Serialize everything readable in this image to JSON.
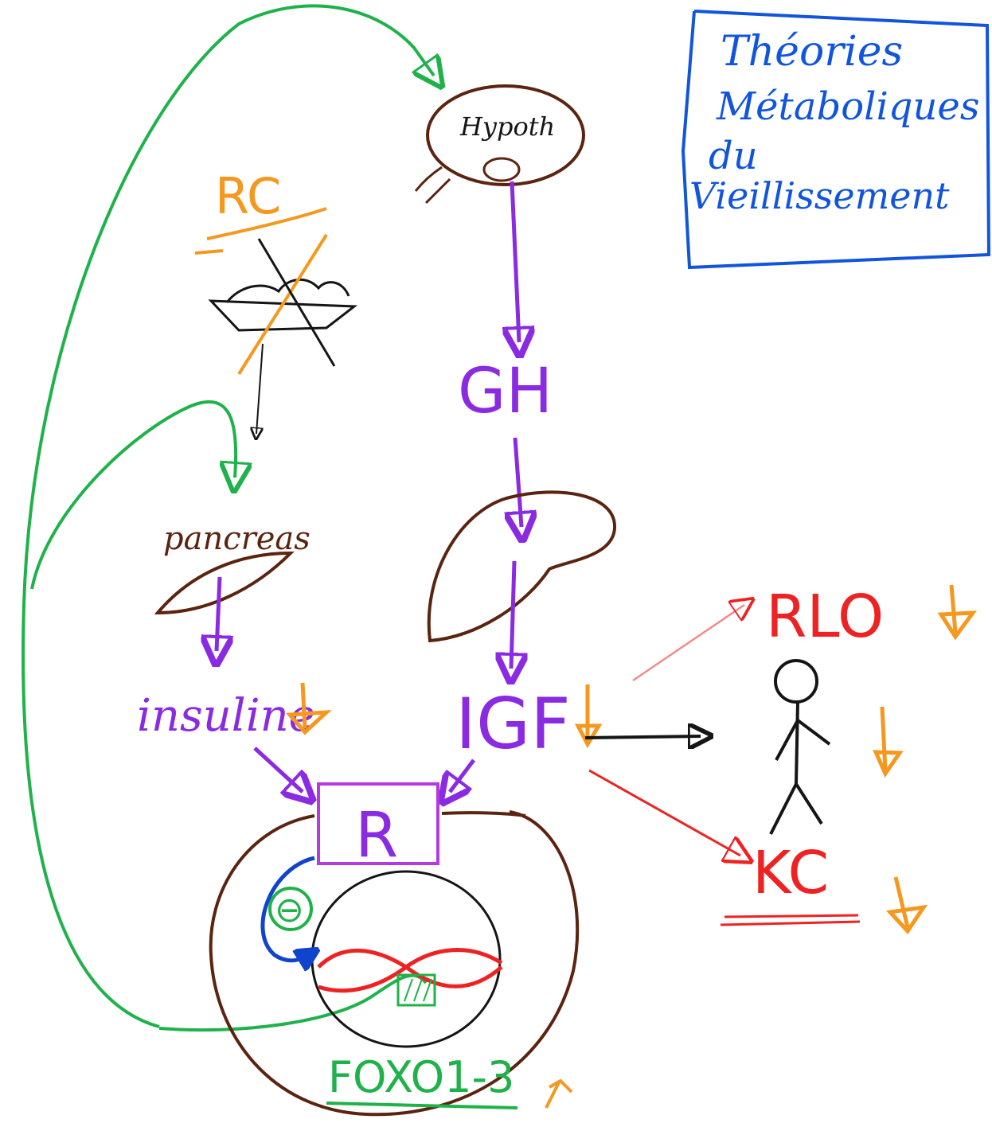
{
  "title": {
    "line1": "Théories",
    "line2": "Métaboliques",
    "line3": "du",
    "line4": "Vieillissement"
  },
  "nodes": {
    "hypothalamus": "Hypoth",
    "caloric_restriction": "RC",
    "gh": "GH",
    "pancreas": "pancreas",
    "insulin": "insuline",
    "igf": "IGF",
    "receptor": "R",
    "foxo": "FOXO1-3",
    "ros": "RLO",
    "cancer": "KC",
    "inhibition": "⊖"
  },
  "colors": {
    "title": "#1155dd",
    "hormone": "#8a2be2",
    "green": "#1fb24a",
    "orange": "#f5981f",
    "red": "#ee2222",
    "brown": "#5a2410",
    "black": "#151515",
    "blue": "#1144cc"
  }
}
